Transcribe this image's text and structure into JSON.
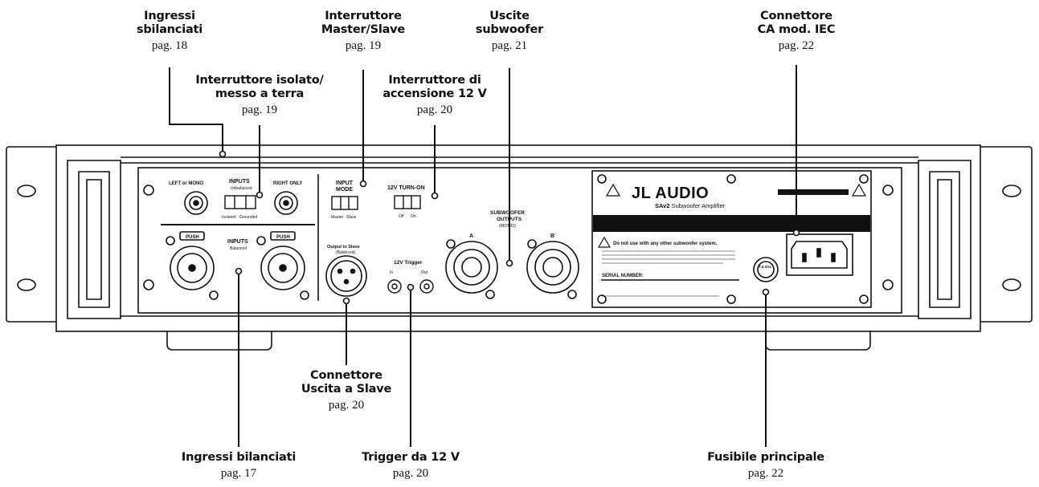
{
  "callouts": {
    "ingressi_sbilanciati": {
      "title_1": "Ingressi",
      "title_2": "sbilanciati",
      "page": "pag. 18"
    },
    "interruttore_isolato": {
      "title_1": "Interruttore isolato/",
      "title_2": "messo a terra",
      "page": "pag. 19"
    },
    "interruttore_master": {
      "title_1": "Interruttore",
      "title_2": "Master/Slave",
      "page": "pag. 19"
    },
    "interruttore_accensione": {
      "title_1": "Interruttore di",
      "title_2": "accensione 12 V",
      "page": "pag. 20"
    },
    "uscite_subwoofer": {
      "title_1": "Uscite",
      "title_2": "subwoofer",
      "page": "pag. 21"
    },
    "connettore_ca": {
      "title_1": "Connettore",
      "title_2": "CA mod. IEC",
      "page": "pag. 22"
    },
    "connettore_slave": {
      "title_1": "Connettore",
      "title_2": "Uscita a Slave",
      "page": "pag. 20"
    },
    "ingressi_bilanciati": {
      "title_1": "Ingressi bilanciati",
      "page": "pag. 17"
    },
    "trigger_12v": {
      "title_1": "Trigger da 12 V",
      "page": "pag. 20"
    },
    "fusibile_principale": {
      "title_1": "Fusibile principale",
      "page": "pag. 22"
    }
  },
  "panel": {
    "left_or_mono": "LEFT or MONO",
    "inputs": "INPUTS",
    "unbalanced": "Unbalanced",
    "right_only": "RIGHT ONLY",
    "isolated": "Isolated",
    "grounded": "Grounded",
    "push": "PUSH",
    "inputs_balanced": "INPUTS",
    "balanced": "Balanced",
    "input_mode_1": "INPUT",
    "input_mode_2": "MODE",
    "master": "Master",
    "slave": "Slave",
    "output_to_slave_1": "Output to Slave",
    "output_to_slave_2": "(Balanced)",
    "turn_on": "12V TURN-ON",
    "off": "Off",
    "on": "On",
    "trigger": "12V Trigger",
    "trig_in": "In",
    "trig_out": "Out",
    "sub_outputs_1": "SUBWOOFER",
    "sub_outputs_2": "OUTPUTS",
    "sub_outputs_3": "(MONO)",
    "out_a": "A",
    "out_b": "B",
    "brand": "JL AUDIO",
    "model_bold": "SAv2",
    "model_rest": " Subwoofer Amplifier",
    "warning": "Do not use with any other subwoofer system.",
    "serial": "SERIAL NUMBER:",
    "fuse": "T 6.3AL"
  },
  "colors": {
    "line": "#111111",
    "panel": "#ffffff",
    "label_bg": "#111111"
  }
}
